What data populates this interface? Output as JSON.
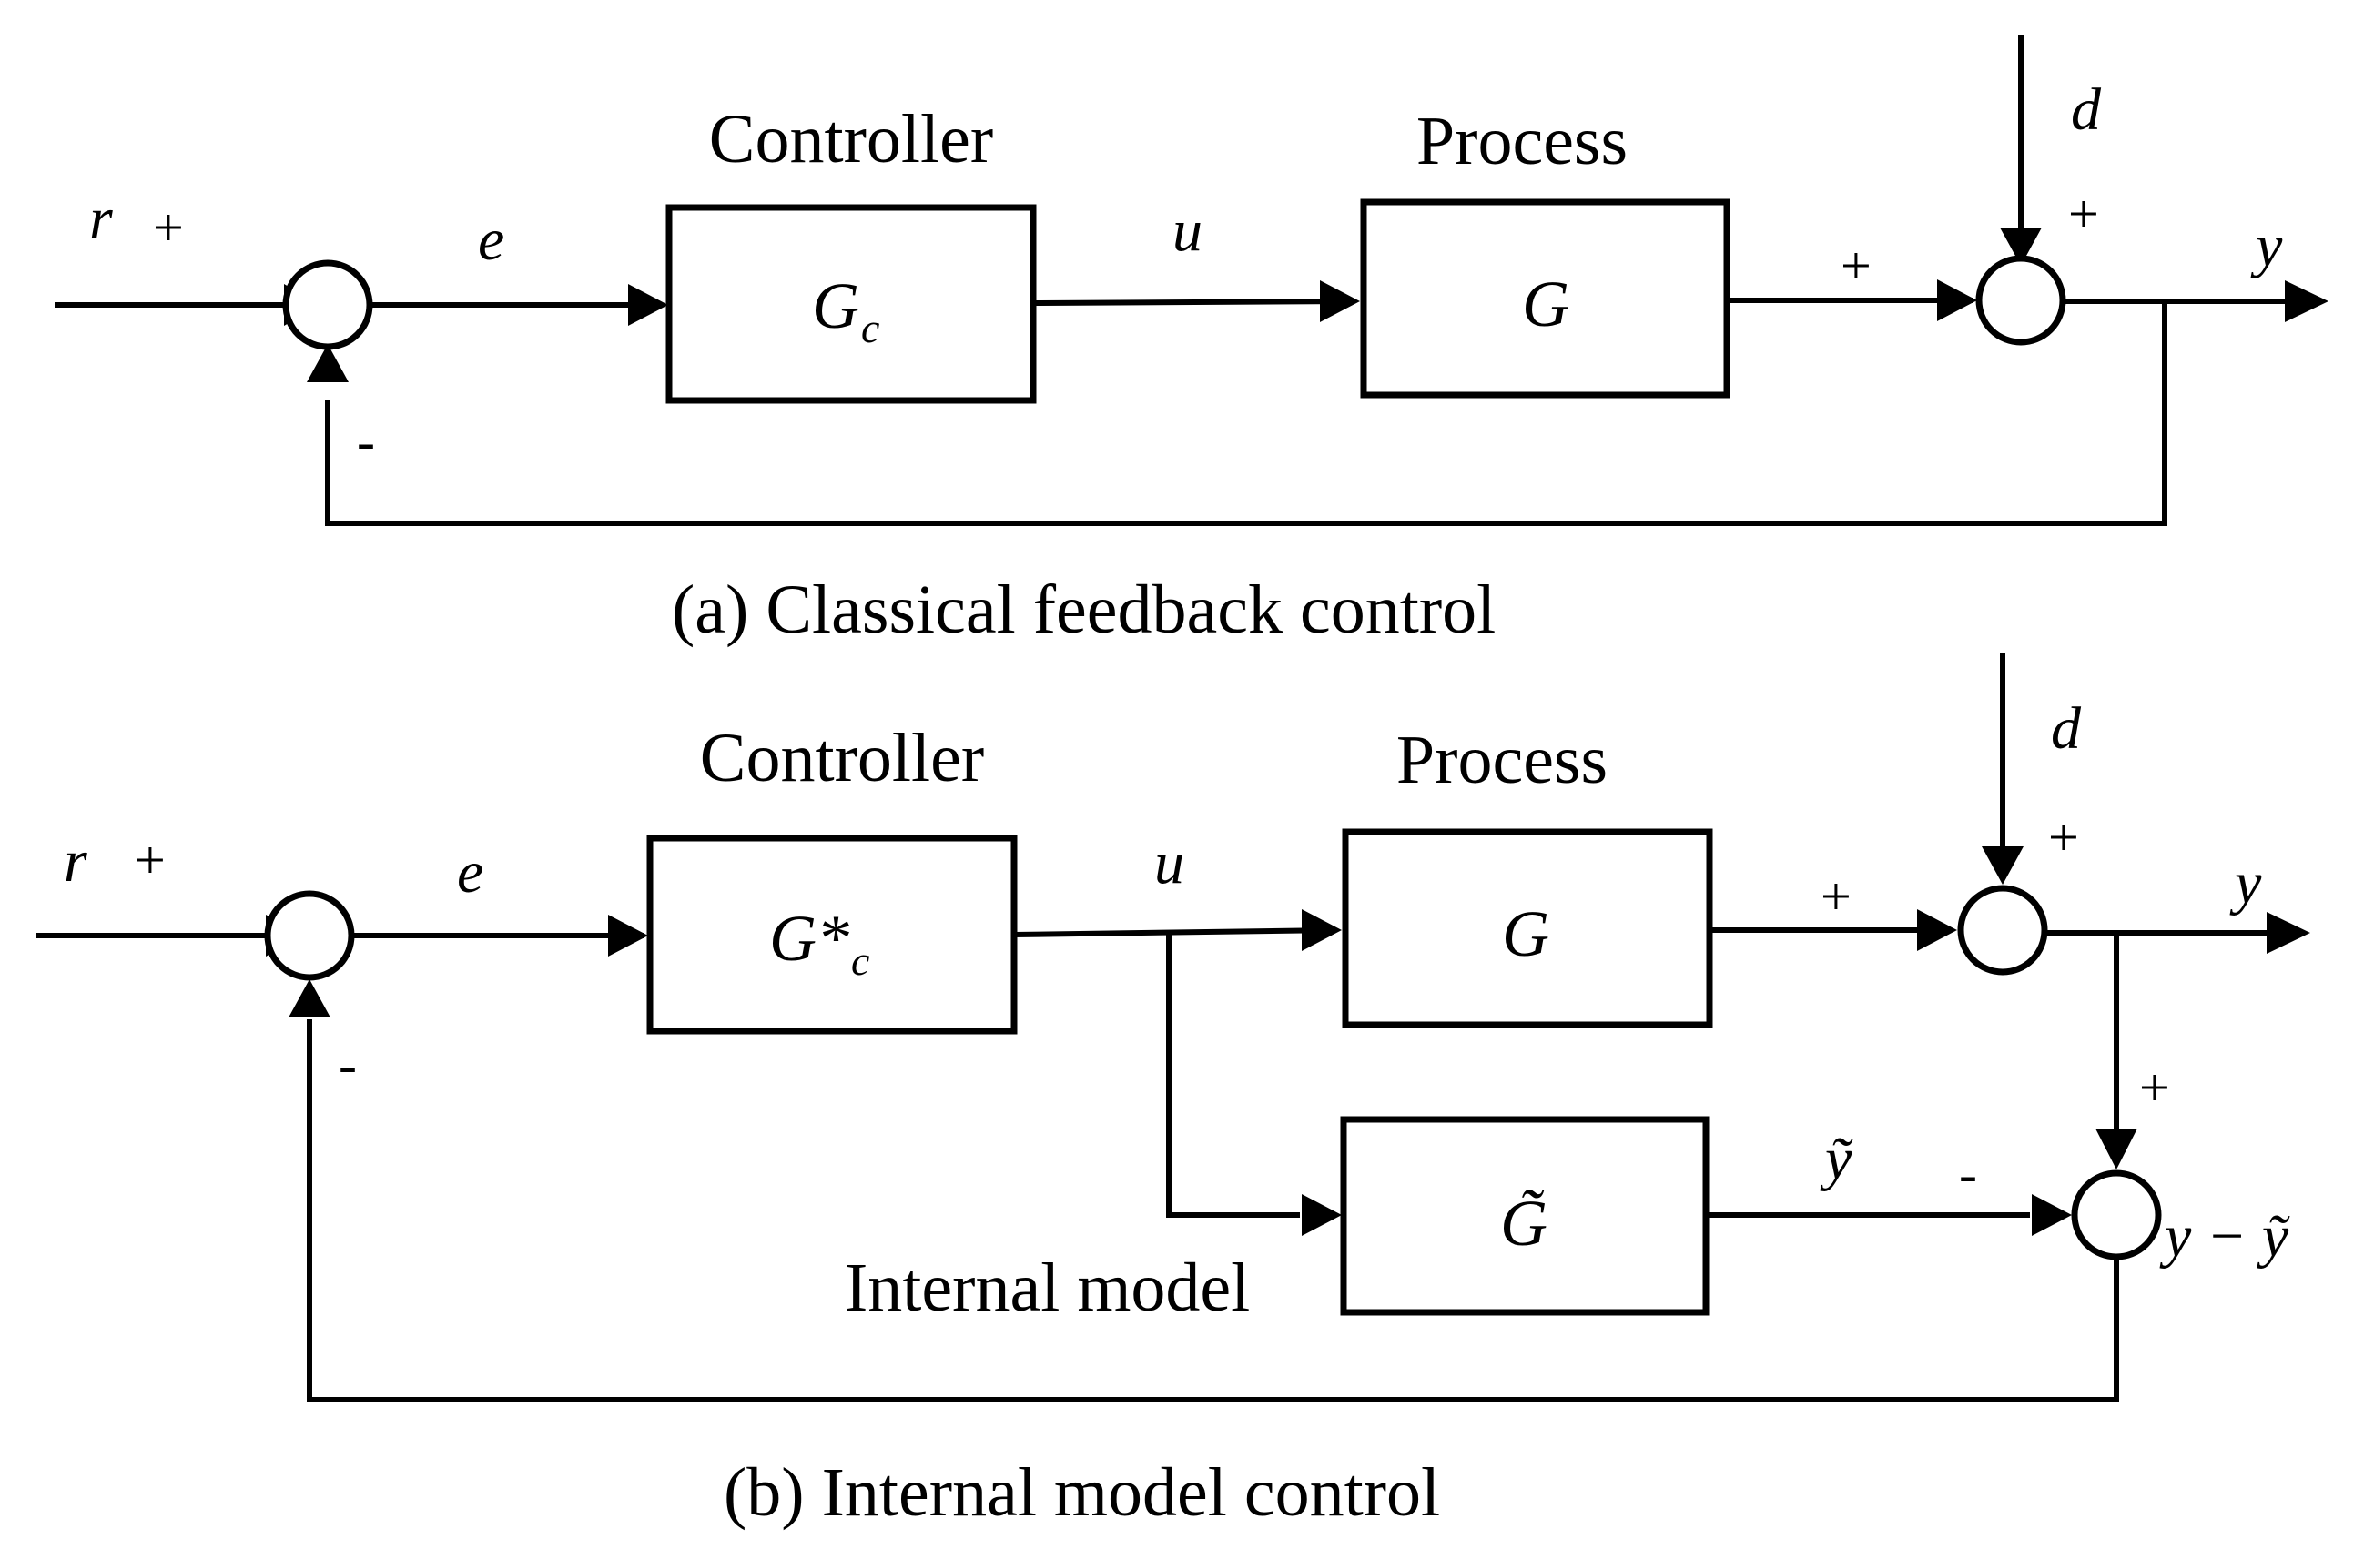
{
  "diagram_a": {
    "controller_title": "Controller",
    "process_title": "Process",
    "controller_symbol": "G",
    "controller_subscript": "c",
    "process_symbol": "G",
    "input_r": "r",
    "plus_r": "+",
    "error_e": "e",
    "control_u": "u",
    "disturbance_d": "d",
    "plus_d": "+",
    "plus_process": "+",
    "minus_feedback": "-",
    "output_y": "y",
    "caption": "(a)  Classical feedback control"
  },
  "diagram_b": {
    "controller_title": "Controller",
    "process_title": "Process",
    "controller_symbol": "G*",
    "controller_subscript": "c",
    "process_symbol": "G",
    "model_symbol": "G̃",
    "model_title": "Internal model",
    "input_r": "r",
    "plus_r": "+",
    "error_e": "e",
    "control_u": "u",
    "disturbance_d": "d",
    "plus_d": "+",
    "plus_process": "+",
    "minus_feedback": "-",
    "output_y": "y",
    "model_output": "ỹ",
    "minus_model": "-",
    "plus_output": "+",
    "difference": "y − ỹ",
    "caption": "(b)  Internal model control"
  }
}
